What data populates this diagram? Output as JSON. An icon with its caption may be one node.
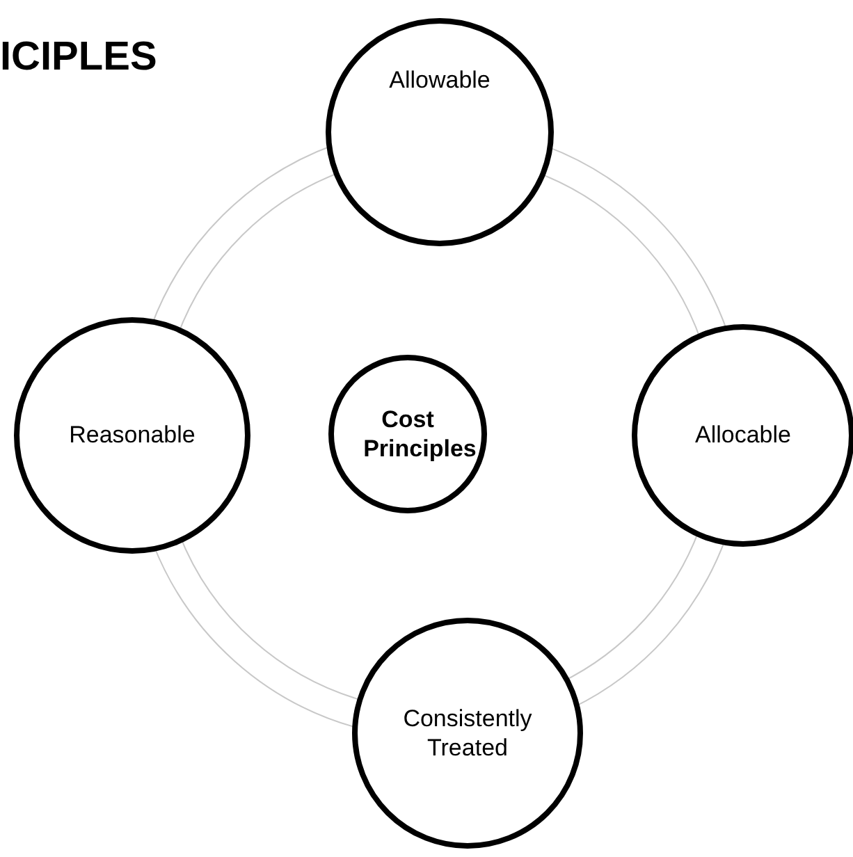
{
  "diagram": {
    "title": "ICIPLES",
    "nodes": [
      {
        "text": [
          "Cost Principles"
        ]
      },
      {
        "text": [
          "Allowable"
        ]
      },
      {
        "text": [
          "Allocable"
        ]
      },
      {
        "text": [
          "Consistently Treated"
        ]
      },
      {
        "text": [
          "Reasonable"
        ]
      }
    ],
    "edges": [
      {
        "from": 1,
        "to": 2,
        "arrow": "none"
      },
      {
        "from": 2,
        "to": 3,
        "arrow": "none"
      },
      {
        "from": 3,
        "to": 4,
        "arrow": "none"
      },
      {
        "from": 4,
        "to": 1,
        "arrow": "none"
      }
    ]
  }
}
